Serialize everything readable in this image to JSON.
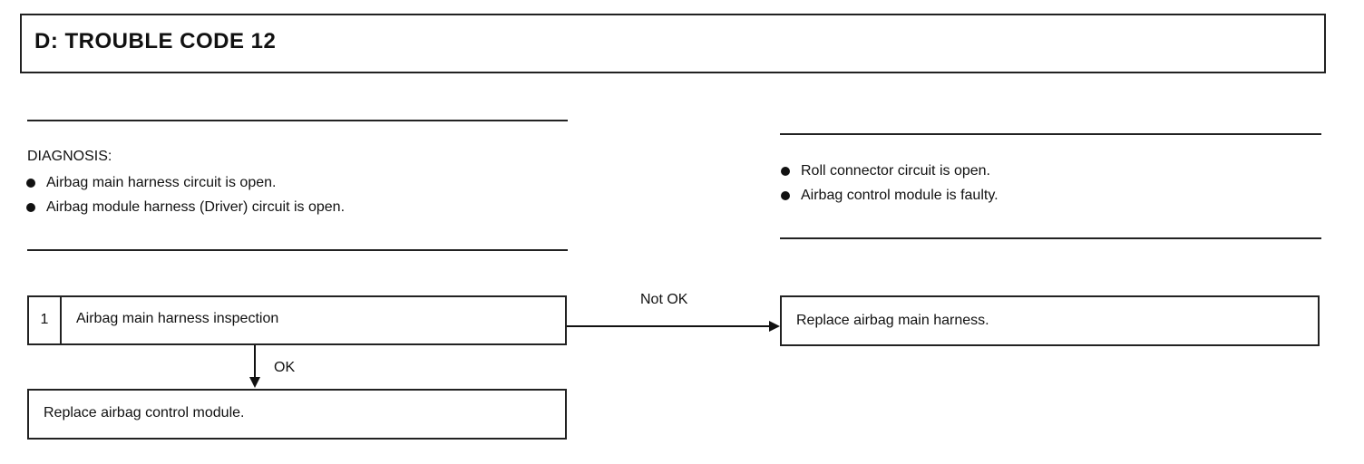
{
  "header": {
    "title": "D:  TROUBLE CODE 12"
  },
  "diagnosis": {
    "label": "DIAGNOSIS:",
    "items_left": [
      "Airbag main harness circuit is open.",
      "Airbag module harness (Driver) circuit is open."
    ],
    "items_right": [
      "Roll connector circuit is open.",
      "Airbag control module is faulty."
    ]
  },
  "flow": {
    "step1": {
      "number": "1",
      "label": "Airbag main harness inspection"
    },
    "ok_label": "OK",
    "not_ok_label": "Not OK",
    "ok_result": "Replace airbag control module.",
    "not_ok_result": "Replace airbag main harness."
  }
}
